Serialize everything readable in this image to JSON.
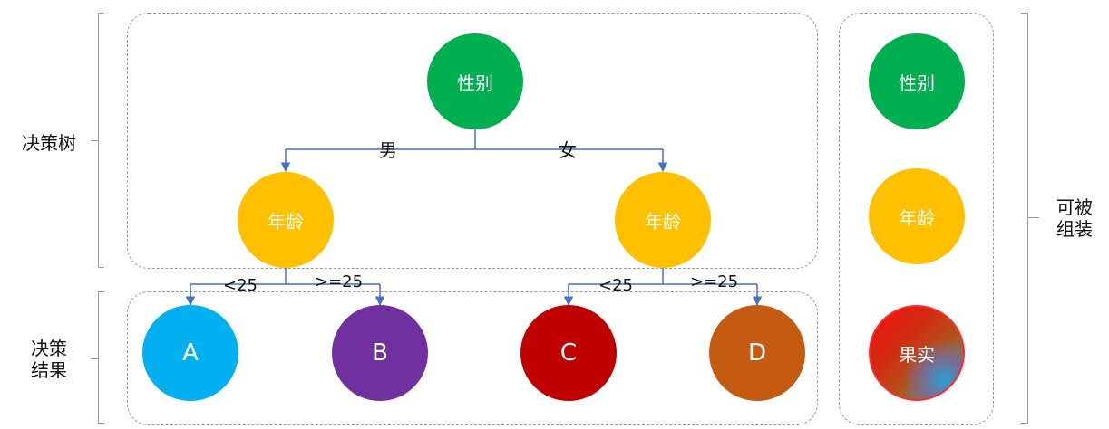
{
  "labels": {
    "tree": "决策树",
    "result_line1": "决策",
    "result_line2": "结果",
    "assemble_line1": "可被",
    "assemble_line2": "组装"
  },
  "tree": {
    "root": "性别",
    "left_branch": "男",
    "right_branch": "女",
    "left_child": "年龄",
    "right_child": "年龄",
    "lt25_left": "<25",
    "ge25_left": ">=25",
    "lt25_right": "<25",
    "ge25_right": ">=25"
  },
  "results": [
    "A",
    "B",
    "C",
    "D"
  ],
  "components": [
    "性别",
    "年龄",
    "果实"
  ],
  "colors": {
    "green": "#00b050",
    "yellow": "#ffc000",
    "blue": "#00b0f0",
    "purple": "#7030a0",
    "red": "#c00000",
    "orange": "#c55a11",
    "connector": "#4472c4",
    "border": "#9a9a9a"
  }
}
